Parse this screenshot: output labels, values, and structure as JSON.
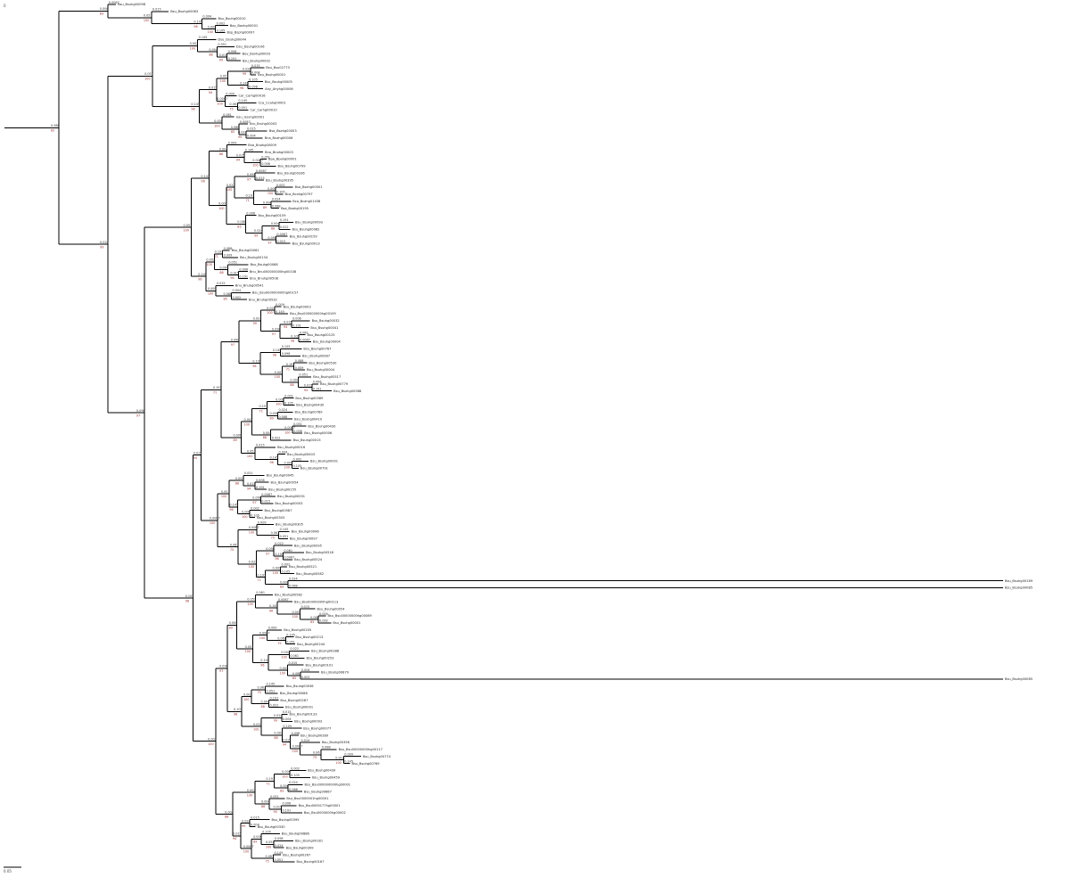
{
  "tree": {
    "root_label": "0",
    "scale_bar_label": "0.05",
    "tip_labels": [
      "Bsu_Bsuhg00098",
      "Bsu_Bsuhg00063",
      "Bsu_Bsuhg00010",
      "Bov_Bovhg00001",
      "Bsp_Bsphg00097",
      "Dsu_Dsuhg00044",
      "Dsu_Dsuhg00106",
      "Bov_Bovhg00003",
      "Bsu_Bsuhg00002",
      "Bsu_Bsu02773",
      "Bsu_Bsuhg00001",
      "Bsu_Bsuhg00005",
      "Ahy_Ahyhg00006",
      "Car_Carhg00016",
      "Cca_Ccahg00001",
      "Car_Carhg00010",
      "Gsu_Gsuhg00001",
      "Bru_Bruhg00003",
      "Bsa_Bsahg00003",
      "Bna_Bnahg00006",
      "Bno_Bnohg00009",
      "Bno_Bnohg00003",
      "Bpa_Bpahg00001",
      "Bsu_Bsuhg00799",
      "Bsu_Bsuhg00336",
      "Bsu_Bsuhg00395",
      "Bsa_Bsahg00001",
      "Bca_Bcahg00797",
      "Bca_Bcahg01438",
      "Bsa_Bsahg00195",
      "Bsu_Bsuhg00159",
      "Bsu_Bsuhg00093",
      "Bsu_Bsuhg00082",
      "Bsu_Bsuhg00159",
      "Bsu_Bsuhg00013",
      "Bsu_Bsuhg00081",
      "Bsu_Bsuhg00134",
      "Bsu_Bsuhg00068",
      "Bnu_Bnu000000000hg00108",
      "Bnu_Bnuhg00508",
      "Bnu_Bnuhg00541",
      "Bsu_Bsu000000000hg00157",
      "Bnu_Bnuhg00532",
      "Bsu_Bsuhg00003",
      "Bsu_Bsu000000000hg00109",
      "Bsu_Bsuhg00032",
      "Bsu_Bsuhg00041",
      "Bsu_Bsuhg00125",
      "Bsu_Bsuhg00004",
      "Bsu_Bsuhg00767",
      "Bsu_Bsuhg00387",
      "Bsu_Bsuhg00530",
      "Bsu_Bsuhg00004",
      "Bsu_Bsuhg00517",
      "Bsu_Bsuhg00779",
      "Bsu_Bsuhg00588",
      "Bsu_Bsuhg00589",
      "Bsu_Bsuhg00430",
      "Bsu_Bsuhg00789",
      "Bsu_Bsuhg00410",
      "Bsu_Bsuhg00430",
      "Bsu_Bsuhg00006",
      "Bsu_Bsuhg00015",
      "Bsu_Bsuhg00016",
      "Bsu_Bsuhg00003",
      "Bsu_Bsuhg00001",
      "Bsu_Bsuhg00791",
      "Bsu_Bsuhg00045",
      "Bsu_Bsuhg00054",
      "Bsu_Bsuhg00155",
      "Bsu_Bsuhg00031",
      "Bsu_Bsuhg00003",
      "Bsu_Bsuhg00587",
      "Bsu_Bsuhg00303",
      "Bsu_Bsuhg00305",
      "Bsu_Bsuhg00096",
      "Bsu_Bsuhg00097",
      "Bsu_Bsuhg00095",
      "Bsu_Bsuhg00518",
      "Bsu_Bsuhg00524",
      "Bsu_Bsuhg00521",
      "Bsu_Bsuhg00582",
      "Bsu_Bsuhg00189",
      "Bsu_Bsuhg00085",
      "Bsu_Bsuhg00582",
      "Bsu_Bsu00000000hg00113",
      "Bsu_Bsuhg00054",
      "Bsu_Bsu00000000hg00089",
      "Bsu_Bsuhg00001",
      "Bsu_Bsuhg00205",
      "Bsu_Bsuhg00213",
      "Bsu_Bsuhg00244",
      "Bsu_Bsuhg00388",
      "Bsu_Bsuhg00253",
      "Bsu_Bsuhg00101",
      "Bsu_Bsuhg00879",
      "Bsu_Bsuhg00085",
      "Bsu_Bsuhg00036",
      "Bsu_Bsuhg00088",
      "Bsu_Bsuhg00287",
      "Bsu_Bsuhg00001",
      "Bsu_Bsuhg00133",
      "Bsu_Bsuhg00093",
      "Bsu_Bsuhg00077",
      "Bsu_Bsuhg00289",
      "Bsu_Bsuhg00356",
      "Bsu_Bsu00000000hg00117",
      "Bsu_Bsuhg00774",
      "Bsu_Bsuhg00769",
      "Bsu_Bsuhg00439",
      "Bsu_Bsuhg00459",
      "Bsu_Bsu000000000hg00001",
      "Bsu_Bsuhg00667",
      "Bsu_Bsu0000001hg00001",
      "Bsu_Bsu0000177hg00001",
      "Bsu_Bsu0000000hg00002",
      "Bsu_Bsuhg00395",
      "Bsu_Bsuhg00330",
      "Bsu_Bsuhg00886",
      "Bsu_Bsuhg00181",
      "Bsu_Bsuhg00399",
      "Bsu_Bsuhg00267",
      "Bsu_Bsuhg00167"
    ],
    "branch_lengths": [
      "0.0067",
      "0.015",
      "0.004",
      "0.002",
      "0.105",
      "0.098",
      "0.024",
      "0.088",
      "0.009",
      "0.145",
      "0.051",
      "0.006",
      "0.191",
      "0.022",
      "0.061"
    ],
    "bootstrap_values": [
      "100",
      "98",
      "97",
      "99",
      "85",
      "100",
      "96",
      "100",
      "89",
      "71",
      "100",
      "75",
      "100",
      "94",
      "88"
    ],
    "long_branch_tips": [
      "Bsu_Bsuhg00189",
      "Bsu_Bsuhg00085"
    ]
  }
}
